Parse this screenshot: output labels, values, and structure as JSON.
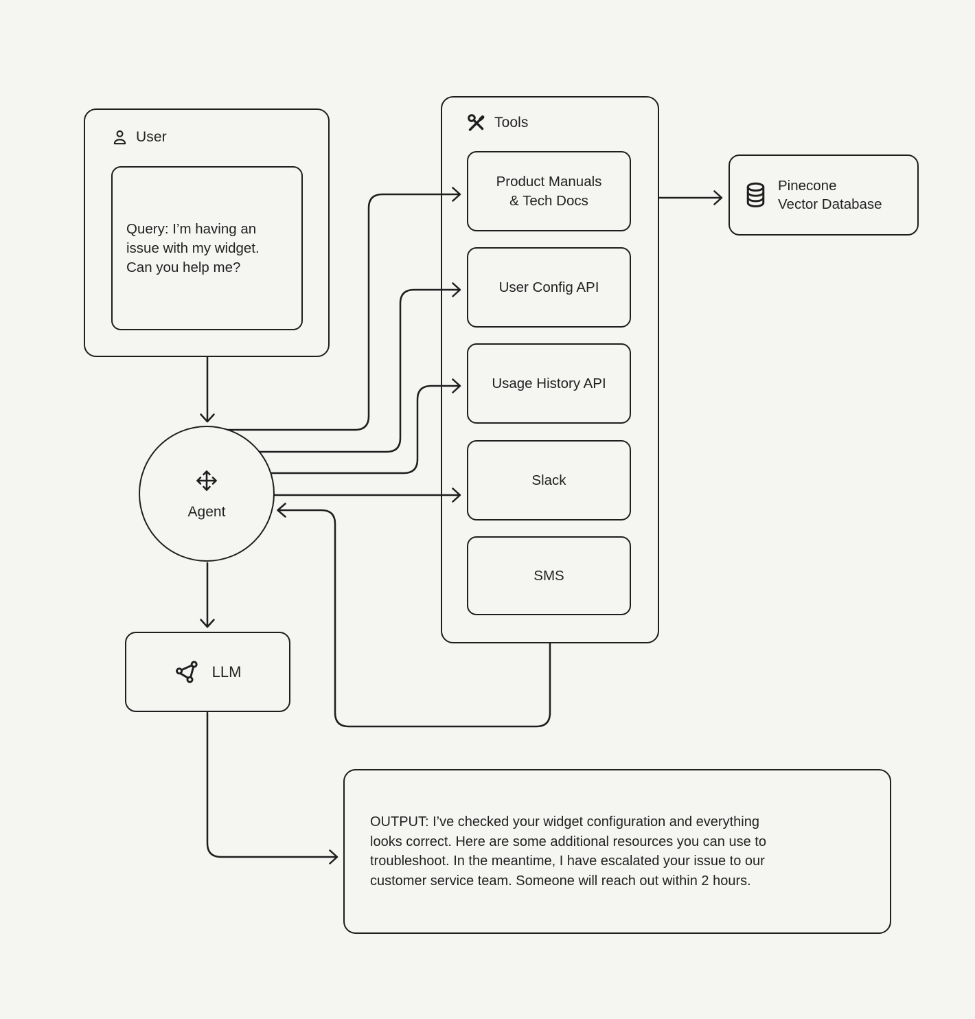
{
  "colors": {
    "background": "#f5f5f2",
    "stroke": "#1d1e1e",
    "text": "#1f2020"
  },
  "user": {
    "label": "User",
    "query": "Query: I’m having an\nissue with my widget.\nCan you help me?"
  },
  "agent": {
    "label": "Agent"
  },
  "tools": {
    "label": "Tools",
    "items": [
      {
        "label": "Product Manuals\n& Tech Docs"
      },
      {
        "label": "User Config API"
      },
      {
        "label": "Usage History API"
      },
      {
        "label": "Slack"
      },
      {
        "label": "SMS"
      }
    ]
  },
  "pinecone": {
    "label": "Pinecone\nVector Database"
  },
  "llm": {
    "label": "LLM"
  },
  "output": {
    "text": "OUTPUT: I’ve checked your widget configuration and everything\nlooks correct. Here are some additional resources you can use to\ntroubleshoot. In the meantime, I have escalated your issue to our\ncustomer service team. Someone will reach out within 2 hours."
  }
}
